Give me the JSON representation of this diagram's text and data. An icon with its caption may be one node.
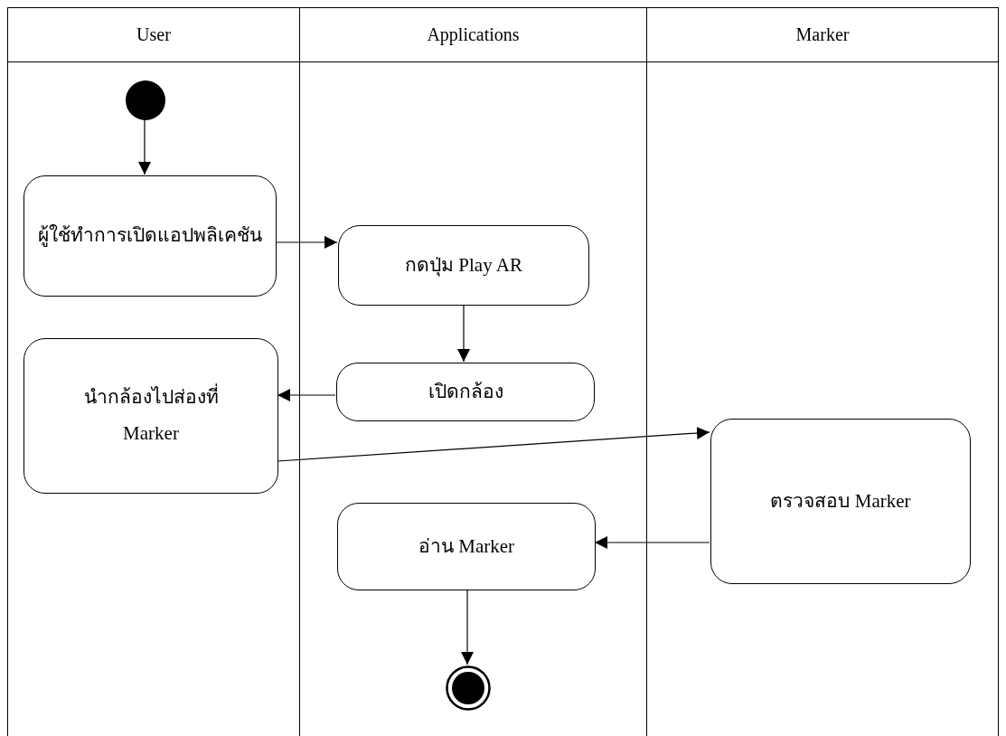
{
  "diagram": {
    "nodes": [
      {
        "text": [
          "User"
        ]
      },
      {
        "text": [
          "Applications"
        ]
      },
      {
        "text": [
          "Marker"
        ]
      },
      {
        "text": [],
        "shape": "circle",
        "in": 0
      },
      {
        "text": [
          "ผู้ใช้ทำการเปิดแอปพลิเคชัน"
        ],
        "in": 0
      },
      {
        "text": [
          "กดปุ่ม Play AR"
        ],
        "in": 1
      },
      {
        "text": [
          "เปิดกล้อง"
        ],
        "in": 1
      },
      {
        "text": [
          "นำกล้องไปส่องที่ Marker"
        ],
        "in": 0
      },
      {
        "text": [
          "ตรวจสอบ Marker"
        ],
        "in": 2
      },
      {
        "text": [
          "อ่าน Marker"
        ],
        "in": 1
      },
      {
        "text": [],
        "shape": "circle",
        "in": 1
      }
    ],
    "edges": [
      {
        "from": 3,
        "to": 4,
        "arrow": "to"
      },
      {
        "from": 4,
        "to": 5,
        "arrow": "to"
      },
      {
        "from": 5,
        "to": 6,
        "arrow": "to"
      },
      {
        "from": 6,
        "to": 7,
        "arrow": "to"
      },
      {
        "from": 7,
        "to": 8,
        "arrow": "to"
      },
      {
        "from": 8,
        "to": 9,
        "arrow": "to"
      },
      {
        "from": 9,
        "to": 10,
        "arrow": "to"
      }
    ]
  }
}
